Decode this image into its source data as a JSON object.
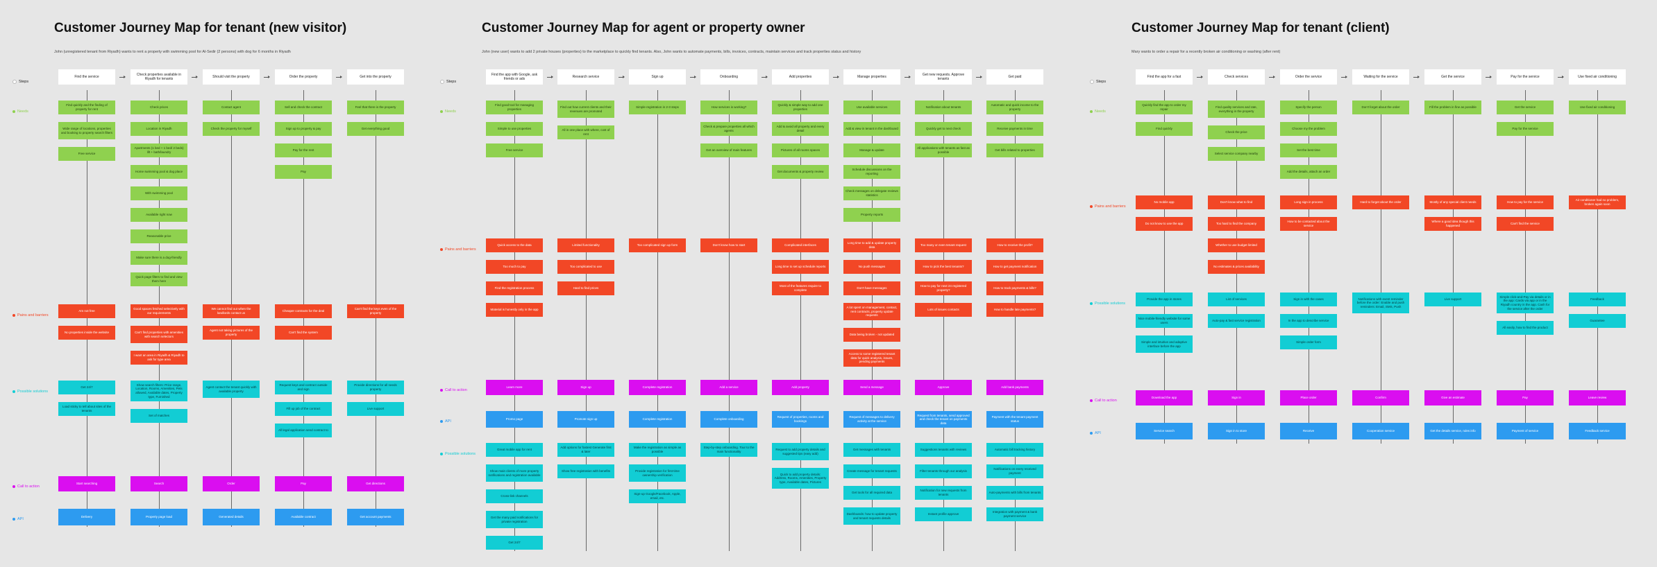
{
  "colors": {
    "background": "#e6e6e6",
    "stage": "#ffffff",
    "needs": "#8fd14f",
    "pains": "#f24726",
    "solutions": "#12cdd4",
    "cta": "#da0ef0",
    "api": "#2d9bf0"
  },
  "boards": [
    {
      "title": "Customer Journey Map for tenant (new visitor)",
      "subtitle": "John (unregistered tenant from Riyadh) wants to rent a property with swimming pool for Al-Sedir (2 persons) with dog for 6 months in Riyadh",
      "row_labels": {
        "steps": "Steps",
        "needs": "Needs",
        "pains": "Pains and barriers",
        "solutions": "Possible solutions",
        "cta": "Call to action",
        "api": "API"
      },
      "stages": [
        "Find the service",
        "Check properties available in Riyadh for tenants",
        "Should visit the property",
        "Order the property",
        "Get into the property"
      ],
      "needs": [
        [
          "Find quickly and the finding of property for rent",
          "Wide range of locations, properties and booking to property search filters",
          "Free service"
        ],
        [
          "Check prices",
          "Location in Riyadh",
          "Apartments (1 bed + 1 bed/ 2 beds) lift + bath/laundry",
          "Home swimming pool & dog place",
          "With swimming pool",
          "Available right now",
          "Reasonable price",
          "Make sure there is a dog-friendly",
          "Quick page filters to find and view them here"
        ],
        [
          "Contact agent",
          "Check the property for myself"
        ],
        [
          "Sell and check the contract",
          "Sign up to property & pay",
          "Pay for the rent",
          "Pay"
        ],
        [
          "Feel that there is the property",
          "Get everything good"
        ]
      ],
      "pains": [
        [
          "Am not free",
          "No properties inside the website"
        ],
        [
          "Good spaces fetched selectively with our requirements",
          "Can't find properties with amenities with search selectors",
          "I want an area in Riyadh & Riyadh to ask for type area"
        ],
        [
          "We cannot find out when the landlords contact us",
          "Agent not taking pictures of the property"
        ],
        [
          "Cheaper contracts for the deal",
          "Can't find the system"
        ],
        [
          "Can't find the keys even of the property"
        ]
      ],
      "solutions": [
        [
          "Get 24/7",
          "Load sticky to tell about sites of the tenants"
        ],
        [
          "Show search filters: Price range, Location, Rooms, Amenities, Pets allowed, Available dates, Property type, Furnished",
          "Set of matches"
        ],
        [
          "Agent contact the tenant quickly with available property"
        ],
        [
          "Request keys and contract outside and sign",
          "Fill up job of the contract",
          "All legal application send contract to"
        ],
        [
          "Provide directions for all needs property",
          "Live support"
        ]
      ],
      "cta": [
        "Start searching",
        "Search",
        "Order",
        "Pay",
        "Get directions"
      ],
      "api": [
        "Delivery",
        "Property page load",
        "Generated details",
        "Available contract",
        "Get account payments"
      ]
    },
    {
      "title": "Customer Journey Map for agent or property owner",
      "subtitle": "John (new user) wants to add 2 private houses (properties) to the marketplace to quickly find tenants. Also, John wants to automate payments, bills, invoices, contracts, maintain services and track properties status and history",
      "row_labels": {
        "steps": "Steps",
        "needs": "Needs",
        "pains": "Pains and barriers",
        "solutions": "Possible solutions",
        "cta": "Call to action",
        "api": "API"
      },
      "stages": [
        "Find the app with Google, ask friends or ads",
        "Research service",
        "Sign up",
        "Onboarding",
        "Add properties",
        "Manage properties",
        "Get new requests. Approve tenants",
        "Get paid"
      ],
      "needs": [
        [
          "Find good tool for managing properties",
          "Simple to use properties",
          "Free service"
        ],
        [
          "Find out how current clients and their revenues are promoted",
          "All in one place with where, cost of rent"
        ],
        [
          "Simple registration in 2-3 steps"
        ],
        [
          "How services is working?",
          "Check & prepare properties all which agents",
          "Get an overview of main features"
        ],
        [
          "Quickly & simple way to add one properties",
          "Add & avoid all property and every detail",
          "Pictures of all rooms spaces",
          "Get documents & property review"
        ],
        [
          "Use available services",
          "Add & view in tenant in the dashboard",
          "Manage & update",
          "Schedule discussions on the reporting",
          "Check messages on delegate reviews statistics",
          "Property reports"
        ],
        [
          "Notification about tenants",
          "Quickly get to next check",
          "All applications with tenants as fast as possible"
        ],
        [
          "Automatic and quick income to the property",
          "Receive payments in time",
          "Get bills related to properties"
        ]
      ],
      "pains": [
        [
          "Quick access to the data",
          "Too much to pay",
          "Find the registration process",
          "Material is honestly only in the app"
        ],
        [
          "Limited functionality",
          "Too complicated to use",
          "Hard to find prices"
        ],
        [
          "Too complicated sign up form"
        ],
        [
          "Don't know how to start"
        ],
        [
          "Complicated interfaces",
          "Long time to set up schedule reports",
          "Most of the features require to complete"
        ],
        [
          "Long time to add & update property data",
          "No push messages",
          "Don't have messages",
          "A lot spent on management, contact, rent contracts, property update requests",
          "Data being broken - not updated",
          "Access to some registered tenant data for quick analysis, issues, pending payments"
        ],
        [
          "Too many or even tenant request",
          "How to pick the best tenants?",
          "How to pay for next 24 registered property?",
          "Lots of issues contacts"
        ],
        [
          "How to receive the profit?",
          "How to get payment notification",
          "How to track payments & bills?",
          "How to handle late payments?"
        ]
      ],
      "solutions": [
        [
          "Great mobile app for rent",
          "Show main clients of more property notifications and registration available",
          "Cross-link channels",
          "Get the many paid notifications for private registration",
          "Get 24/7"
        ],
        [
          "Add options for fastest Generate first & later",
          "Show free registration with benefits"
        ],
        [
          "Make the registration as simple as possible",
          "Provide registration for first-time ownership verification",
          "Sign-up Google/Facebook, Apple, email, etc."
        ],
        [
          "Step-by-step onboarding. Tour to the main functionality"
        ],
        [
          "Request to add property details and suggested tips (easy add)",
          "Quick to add property details: Address, Rooms, Amenities, Property type, Available dates, Pictures"
        ],
        [
          "Get messages with tenants",
          "Create message for tenant requests",
          "Get tools for all required data",
          "Dashboards: how to update property and tenant requests details"
        ],
        [
          "Suggestions tenants with reviews",
          "Filter tenants through our analysis",
          "Notification for new requests from tenants",
          "Instant profile approve"
        ],
        [
          "Automatic bill tracking history",
          "Notifications on every received payment",
          "Auto-payments with bills from tenants",
          "Integration with payment & bank payment service"
        ]
      ],
      "cta": [
        "Learn more",
        "Sign up",
        "Complete registration",
        "Add a service",
        "Add property",
        "Send a message",
        "Approve",
        "Add bank payments"
      ],
      "api": [
        "Promo page",
        "Promote sign up",
        "Complete registration",
        "Complete onboarding",
        "Request of properties, rooms and bookings",
        "Request of messages to delivery activity at the service",
        "Request from tenants, send approved and check the tenant on payments data",
        "Payment with the tenant payment status"
      ]
    },
    {
      "title": "Customer Journey Map for tenant (client)",
      "subtitle": "Mary wants to order a repair for a recently broken air conditioning or washing (after rent)",
      "row_labels": {
        "steps": "Steps",
        "needs": "Needs",
        "pains": "Pains and barriers",
        "solutions": "Possible solutions",
        "cta": "Call to action",
        "api": "API"
      },
      "stages": [
        "Find the app for a fast",
        "Check services",
        "Order the service",
        "Waiting for the service",
        "Get the service",
        "Pay for the service",
        "Use fixed air conditioning"
      ],
      "needs": [
        [
          "Quickly find the app to order my repair",
          "Find quickly"
        ],
        [
          "Find quality services and rate, everything in the property",
          "Check the price",
          "Select service company nearby"
        ],
        [
          "Specify the person",
          "Choose my the problem",
          "Set the best time",
          "Add the details, attach an order"
        ],
        [
          "Don't forget about the order"
        ],
        [
          "Fill the problem in fine as possible"
        ],
        [
          "Get the service",
          "Pay for the service"
        ],
        [
          "Use fixed air conditioning"
        ]
      ],
      "pains": [
        [
          "No mobile app",
          "Do not know to use the app"
        ],
        [
          "Don't know what to find",
          "Too hard to find the company",
          "Whether to use budget limited",
          "No estimates & prices availability"
        ],
        [
          "Long sign in process",
          "How to be contacted about the service"
        ],
        [
          "Hard to forget about the order"
        ],
        [
          "Mostly of any special client needs",
          "Where a good idea though this happened"
        ],
        [
          "How to pay for the service",
          "Can't find the service"
        ],
        [
          "Air conditioner had no problem, broken again soon"
        ]
      ],
      "solutions": [
        [
          "Provide the app in stores",
          "Nice mobile-friendly website for some users",
          "Simple and intuitive and adaptive interface before the app"
        ],
        [
          "List of services",
          "Auto-pay & fast service registration"
        ],
        [
          "Sign in with the cases",
          "In the app to describe service",
          "Simple order form"
        ],
        [
          "Notifications with event reminder before the order: Enable and push reminders: Email, SMS, Push"
        ],
        [
          "Live support"
        ],
        [
          "Simple click-and-Pay via details or in the app: Cards via app or in the Riyadh country in the app. Cash for the service after the order",
          "All easily, how to find the product"
        ],
        [
          "Feedback",
          "Guarantee"
        ]
      ],
      "cta": [
        "Download the app",
        "Sign in",
        "Place order",
        "Confirm",
        "Give an estimate",
        "Pay",
        "Leave review"
      ],
      "api": [
        "Service search",
        "Sign in to store",
        "Receive",
        "Cooperation service",
        "Get the details service, rules info",
        "Payment of service",
        "Feedback service"
      ]
    }
  ]
}
